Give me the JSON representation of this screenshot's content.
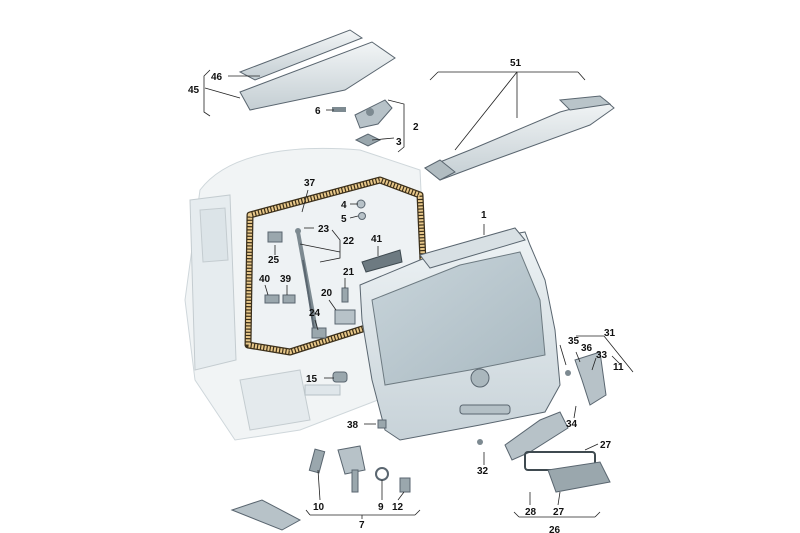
{
  "callouts": [
    {
      "id": "c46",
      "text": "46"
    },
    {
      "id": "c45",
      "text": "45"
    },
    {
      "id": "c51",
      "text": "51"
    },
    {
      "id": "c6",
      "text": "6"
    },
    {
      "id": "c2",
      "text": "2"
    },
    {
      "id": "c3",
      "text": "3"
    },
    {
      "id": "c37",
      "text": "37"
    },
    {
      "id": "c4",
      "text": "4"
    },
    {
      "id": "c5",
      "text": "5"
    },
    {
      "id": "c1",
      "text": "1"
    },
    {
      "id": "c23",
      "text": "23"
    },
    {
      "id": "c22",
      "text": "22"
    },
    {
      "id": "c41",
      "text": "41"
    },
    {
      "id": "c25",
      "text": "25"
    },
    {
      "id": "c21",
      "text": "21"
    },
    {
      "id": "c40",
      "text": "40"
    },
    {
      "id": "c39",
      "text": "39"
    },
    {
      "id": "c20",
      "text": "20"
    },
    {
      "id": "c24",
      "text": "24"
    },
    {
      "id": "c31",
      "text": "31"
    },
    {
      "id": "c35",
      "text": "35"
    },
    {
      "id": "c36",
      "text": "36"
    },
    {
      "id": "c33",
      "text": "33"
    },
    {
      "id": "c11",
      "text": "11"
    },
    {
      "id": "c15",
      "text": "15"
    },
    {
      "id": "c34",
      "text": "34"
    },
    {
      "id": "c38",
      "text": "38"
    },
    {
      "id": "c27a",
      "text": "27"
    },
    {
      "id": "c32",
      "text": "32"
    },
    {
      "id": "c10",
      "text": "10"
    },
    {
      "id": "c9",
      "text": "9"
    },
    {
      "id": "c12",
      "text": "12"
    },
    {
      "id": "c7",
      "text": "7"
    },
    {
      "id": "c28",
      "text": "28"
    },
    {
      "id": "c27b",
      "text": "27"
    },
    {
      "id": "c26",
      "text": "26"
    }
  ],
  "colors": {
    "panel_fill": "#dfe6ea",
    "panel_stroke": "#5a6670",
    "seal": "#e8c88a",
    "seal_edge": "#3b2f1a",
    "line": "#222222",
    "label": "#111111"
  }
}
